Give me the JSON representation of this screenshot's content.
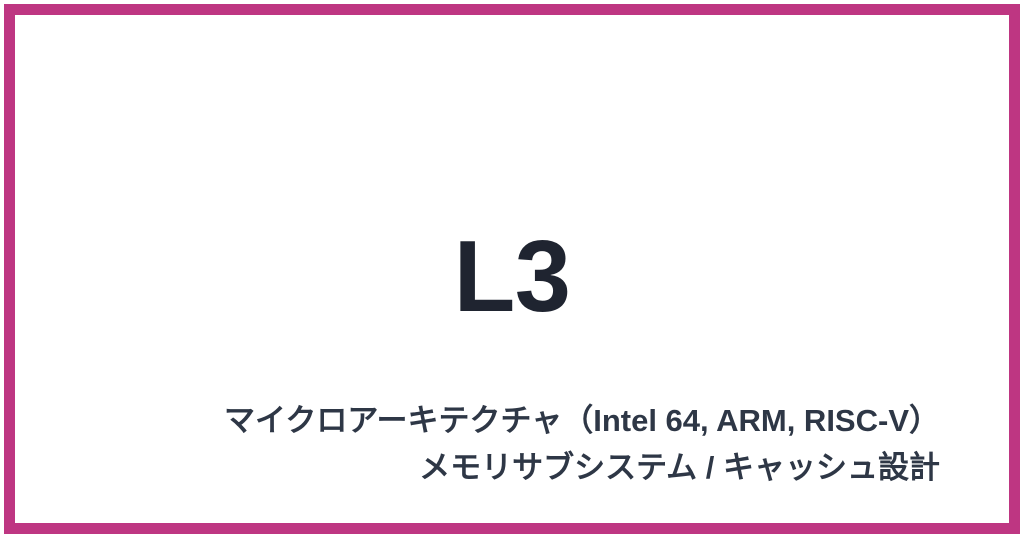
{
  "slide": {
    "background_color": "#ffffff",
    "border_color": "#be3682",
    "title": {
      "text": "L3",
      "color": "#1f2430"
    },
    "subtitle": {
      "color": "#2e3746",
      "lines": [
        "マイクロアーキテクチャ（Intel 64, ARM, RISC-V）",
        "メモリサブシステム / キャッシュ設計"
      ]
    }
  }
}
